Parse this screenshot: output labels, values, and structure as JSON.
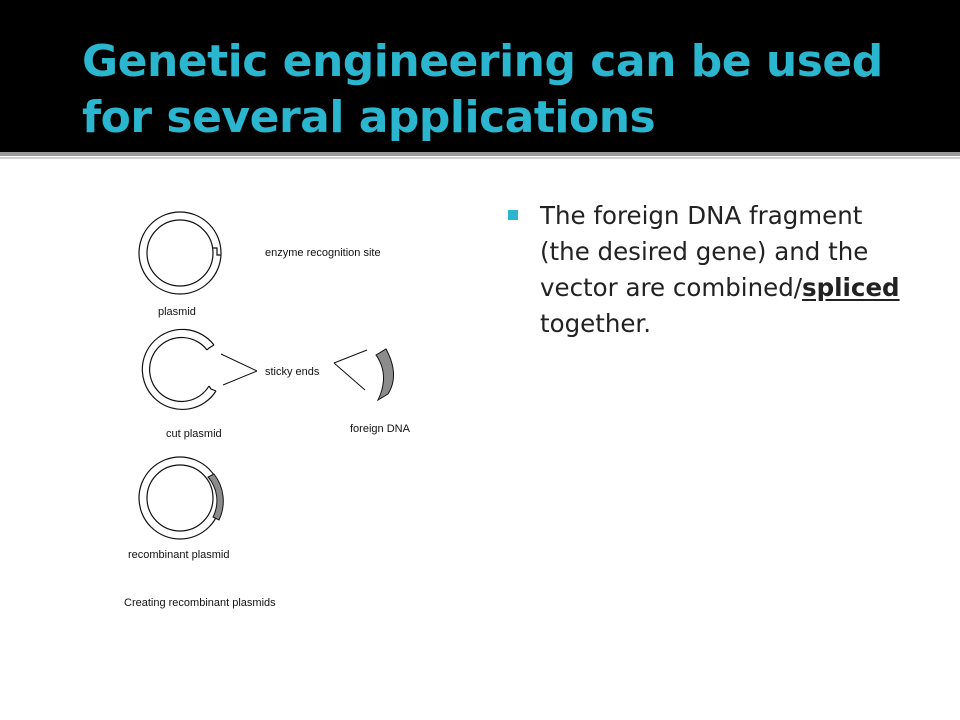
{
  "slide": {
    "title": "Genetic engineering can be used for several applications",
    "bullet": {
      "text_before": "The foreign DNA fragment (the desired gene) and the vector are combined/",
      "emphasis": "spliced",
      "text_after": " together."
    }
  },
  "diagram": {
    "labels": {
      "enzyme_site": "enzyme recognition site",
      "plasmid": "plasmid",
      "sticky_ends": "sticky ends",
      "cut_plasmid": "cut plasmid",
      "foreign_dna": "foreign DNA",
      "recombinant_plasmid": "recombinant plasmid",
      "caption": "Creating recombinant plasmids"
    }
  },
  "colors": {
    "title": "#2bb6cf",
    "title_bar": "#000000",
    "bullet_marker": "#2bb6cf",
    "dna_fill": "#8c8c8c"
  }
}
